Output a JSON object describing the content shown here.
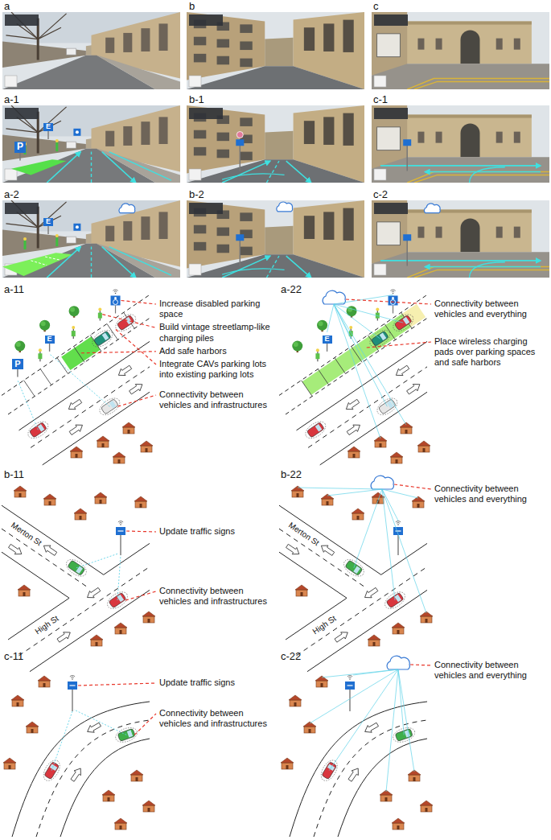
{
  "diagram": {
    "labels": [
      "a",
      "b",
      "c",
      "a-1",
      "b-1",
      "c-1",
      "E",
      "P",
      "a-2",
      "b-2",
      "c-2",
      "E",
      "a-11",
      "a-22",
      "Increase disabled parking space",
      "Connectivity between vehicles and everything",
      "Build vintage streetlamp-like charging piles",
      "E",
      "Add safe harbors",
      "Place wireless charging pads over parking spaces and safe harbors",
      "E",
      "Integrate CAVs parking lots into existing parking lots",
      "P",
      "Connectivity between vehicles and infrastructures",
      "b-11",
      "b-22",
      "Connectivity between vehicles and everything",
      "Merton St",
      "Update traffic signs",
      "Merton St",
      "High St",
      "High St",
      "Connectivity between vehicles and infrastructures",
      "c-11",
      "c-22",
      "Connectivity between vehicles and everything",
      "Update traffic signs",
      "Connectivity between vehicles and infrastructures"
    ]
  }
}
